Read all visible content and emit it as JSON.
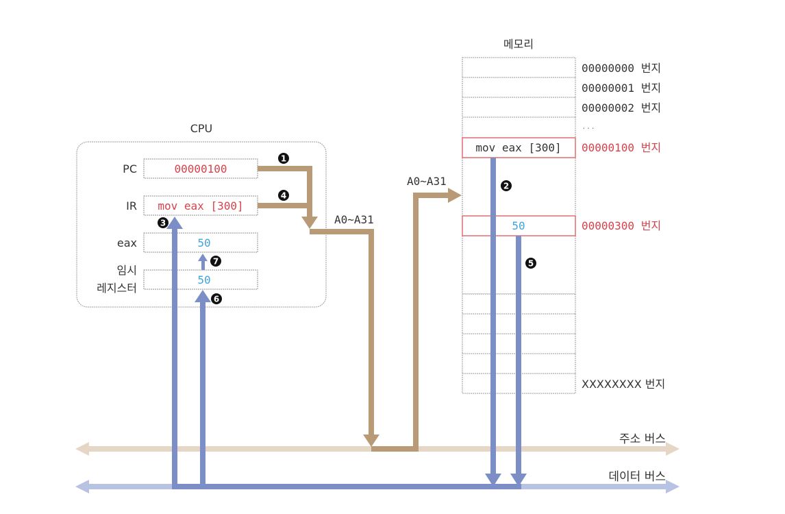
{
  "cpu": {
    "title": "CPU",
    "registers": [
      {
        "name": "PC",
        "value": "00000100",
        "value_color": "#d9414a"
      },
      {
        "name": "IR",
        "value": "mov eax [300]",
        "value_color": "#d9414a"
      },
      {
        "name": "eax",
        "value": "50",
        "value_color": "#3fa3e0"
      },
      {
        "name": "임시\n레지스터",
        "name_lines": [
          "임시",
          "레지스터"
        ],
        "value": "50",
        "value_color": "#3fa3e0"
      }
    ]
  },
  "memory": {
    "title": "메모리",
    "cells": [
      {
        "content": "",
        "address": "00000000 번지",
        "highlight": false
      },
      {
        "content": "",
        "address": "00000001 번지",
        "highlight": false
      },
      {
        "content": "",
        "address": "00000002 번지",
        "highlight": false
      },
      {
        "content": "",
        "address": "...",
        "highlight": false
      },
      {
        "content": "mov eax [300]",
        "address": "00000100 번지",
        "highlight": true
      },
      {
        "content": "50",
        "address": "00000300 번지",
        "highlight": true
      },
      {
        "content": "",
        "address": "XXXXXXXX 번지",
        "highlight": false
      }
    ]
  },
  "address_lines": {
    "cpu_side": "A0~A31",
    "memory_side": "A0~A31"
  },
  "buses": {
    "address": "주소 버스",
    "data": "데이터 버스"
  },
  "steps": [
    "❶",
    "❷",
    "❸",
    "❹",
    "❺",
    "❻",
    "❼"
  ],
  "step_numbers": [
    "1",
    "2",
    "3",
    "4",
    "5",
    "6",
    "7"
  ],
  "colors": {
    "address_path": "#b99a76",
    "address_bus": "#e6d6c5",
    "data_path": "#7b8fc6",
    "data_bus": "#b8c3e3",
    "highlight": "#e0555a",
    "value_red": "#d9414a",
    "value_blue": "#3fa3e0"
  }
}
